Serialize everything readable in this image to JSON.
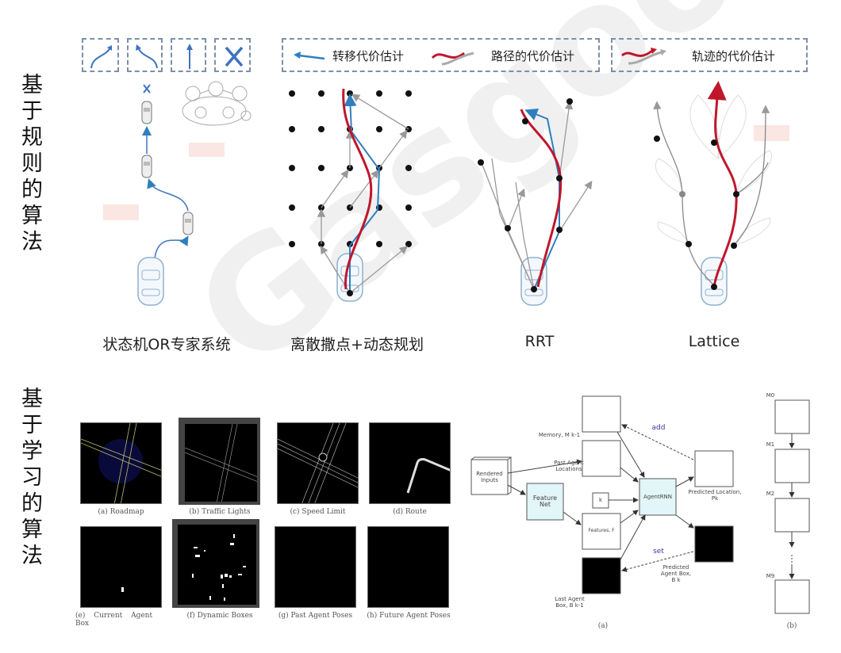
{
  "rule_based": {
    "label": "基于规则的算法"
  },
  "learning_based": {
    "label": "基于学习的算法"
  },
  "legend": {
    "maneuver_icons": [
      "turn-right-icon",
      "turn-left-icon",
      "go-straight-icon",
      "stop-x-icon"
    ],
    "transition_cost": "转移代价估计",
    "path_cost": "路径的代价估计",
    "trajectory_cost": "轨迹的代价估计"
  },
  "columns": [
    {
      "label": "状态机OR专家系统"
    },
    {
      "label": "离散撒点+动态规划"
    },
    {
      "label": "RRT"
    },
    {
      "label": "Lattice"
    }
  ],
  "input_images": [
    {
      "caption": "(a) Roadmap"
    },
    {
      "caption": "(b) Traffic Lights"
    },
    {
      "caption": "(c) Speed Limit"
    },
    {
      "caption": "(d) Route"
    },
    {
      "caption": "(e)  Current  Agent Box"
    },
    {
      "caption": "(f) Dynamic Boxes"
    },
    {
      "caption": "(g) Past Agent Poses"
    },
    {
      "caption": "(h) Future Agent Poses"
    }
  ],
  "network_diagram": {
    "rendered_inputs": "Rendered Inputs",
    "feature_net": "Feature Net",
    "memory": "Memory, M k-1",
    "past_agent_locations": "Past Agent Locations",
    "k": "k",
    "agent_rnn": "AgentRNN",
    "features": "Features, F",
    "add": "add",
    "set": "set",
    "predicted_location": "Predicted Location, Pk",
    "predicted_box": "Predicted Agent Box, B k",
    "last_box": "Last Agent Box, B k-1",
    "caption_a": "(a)",
    "memory_labels": [
      "M0",
      "M1",
      "M2",
      "M9"
    ],
    "caption_b": "(b)"
  },
  "watermark": "Gasgoo 盖世汽车",
  "colors": {
    "blue": "#2f7fbf",
    "red": "#c0162c",
    "gray": "#999999",
    "dash": "#7d8fa8"
  }
}
